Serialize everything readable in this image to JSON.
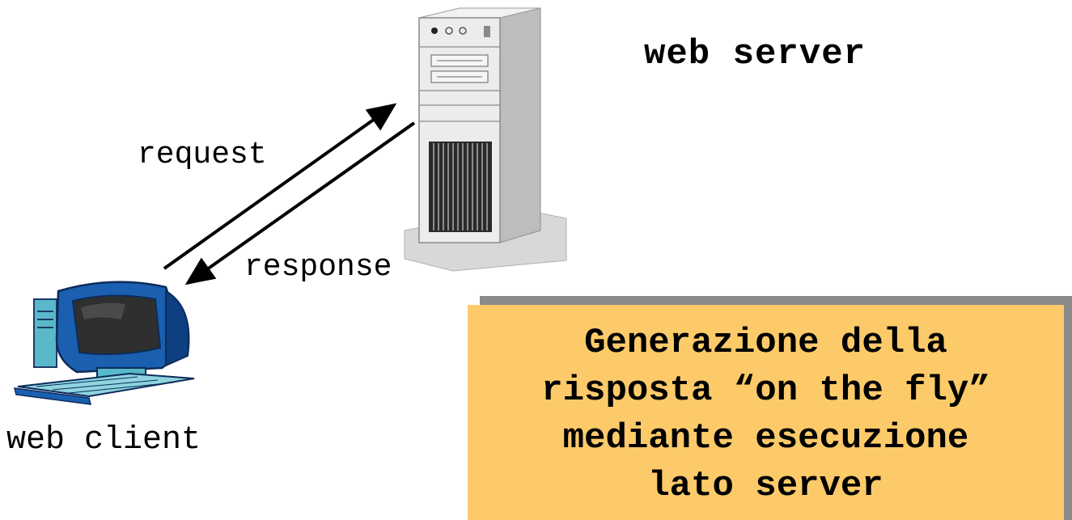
{
  "labels": {
    "server": "web server",
    "client": "web client",
    "request": "request",
    "response": "response"
  },
  "note": {
    "lines": [
      "Generazione della",
      "risposta “on the fly”",
      "mediante esecuzione",
      "lato server"
    ]
  },
  "colors": {
    "note_background": "#fdca6a",
    "note_shadow": "#8a8a8a",
    "arrow": "#000000",
    "server_body": "#e8e8e8",
    "client_accent": "#1a5fb0"
  },
  "icons": {
    "server": "server-tower-icon",
    "client": "desktop-computer-icon"
  }
}
